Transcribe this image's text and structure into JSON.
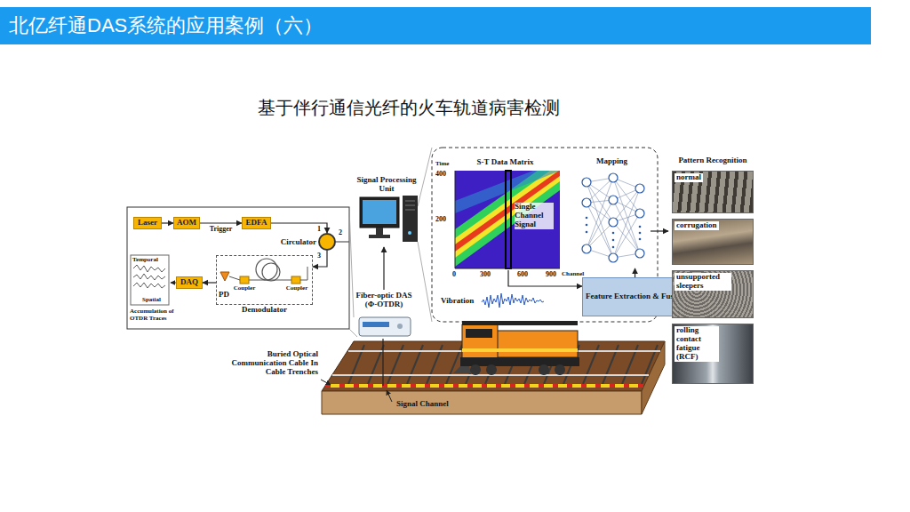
{
  "diagram": {
    "title": "北亿纤通DAS系统的应用案例（六）",
    "nodes": [
      {
        "text": [
          "Laser"
        ]
      },
      {
        "text": [
          "AOM"
        ]
      },
      {
        "text": [
          "EDFA"
        ]
      },
      {
        "text": [
          "Circulator"
        ]
      },
      {
        "text": [
          "Demodulator"
        ]
      },
      {
        "text": [
          "DAQ"
        ]
      },
      {
        "text": [
          "Signal Processing Unit"
        ]
      },
      {
        "text": [
          "Fiber-optic DAS (Φ-OTDR)"
        ]
      },
      {
        "text": [
          "S-T Data Matrix"
        ]
      },
      {
        "text": [
          "Mapping"
        ]
      },
      {
        "text": [
          "Feature Extraction & Fusion"
        ]
      },
      {
        "text": [
          "Pattern Recognition"
        ]
      },
      {
        "text": [
          "normal"
        ],
        "in": 11
      },
      {
        "text": [
          "corrugation"
        ],
        "in": 11
      },
      {
        "text": [
          "unsupported sleepers"
        ],
        "in": 11
      },
      {
        "text": [
          "rolling contact fatigue (RCF)"
        ],
        "in": 11
      }
    ],
    "edges": [
      {
        "from": 0,
        "to": 1,
        "arrow": "to"
      },
      {
        "from": 1,
        "to": 2,
        "label": "Trigger",
        "arrow": "to"
      },
      {
        "from": 2,
        "to": 3,
        "arrow": "to"
      },
      {
        "from": 3,
        "to": 4,
        "arrow": "to"
      },
      {
        "from": 4,
        "to": 5,
        "arrow": "to"
      },
      {
        "from": 7,
        "to": 6,
        "arrow": "to"
      },
      {
        "from": 8,
        "to": 10,
        "arrow": "to"
      },
      {
        "from": 10,
        "to": 9,
        "arrow": "to"
      },
      {
        "from": 9,
        "to": 11,
        "arrow": "to"
      }
    ],
    "labels": [
      "基于伴行通信光纤的火车轨道病害检测",
      "1",
      "2",
      "3",
      "Coupler",
      "Coupler",
      "PD",
      "Temporal",
      "Spatial",
      "Accumulation of OTDR Traces",
      "400",
      "200",
      "0",
      "300",
      "600",
      "900",
      "Time",
      "Channel",
      "Single Channel Signal",
      "Vibration",
      "Buried Optical Communication Cable In Cable Trenches",
      "Signal Channel"
    ]
  }
}
